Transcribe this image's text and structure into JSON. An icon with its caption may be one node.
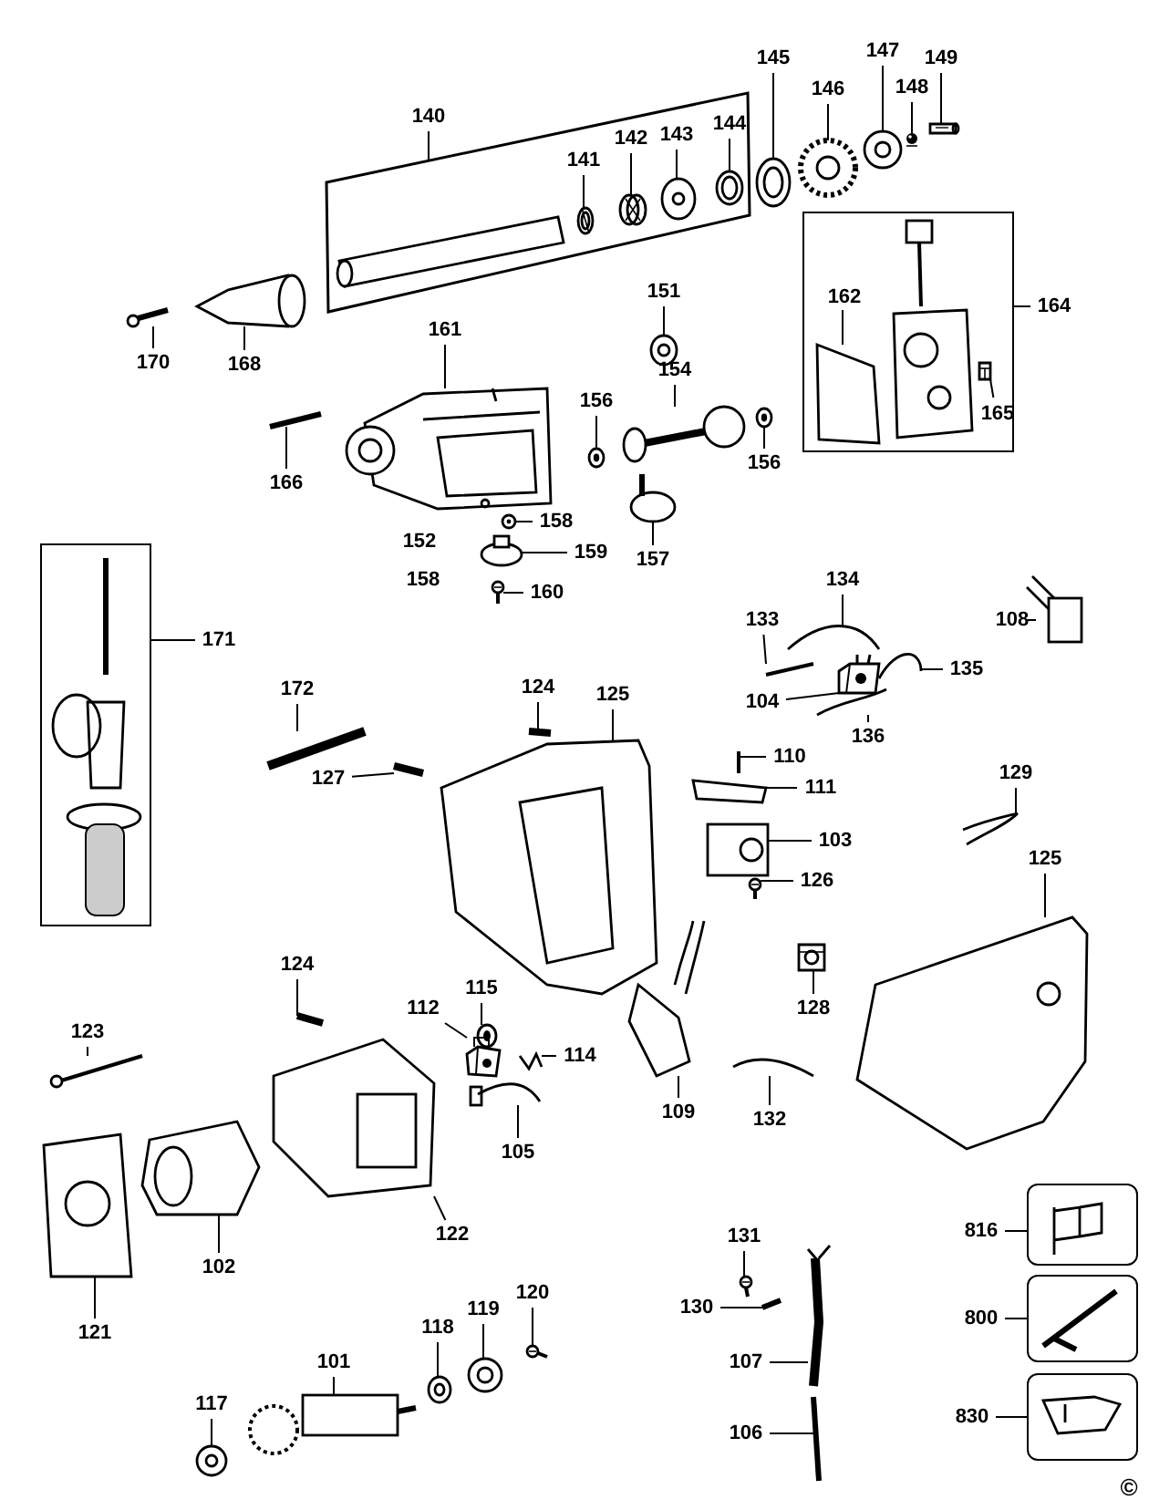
{
  "diagram": {
    "nodes": [
      {
        "text": [
          "140"
        ]
      },
      {
        "text": [],
        "shape": "box"
      },
      {
        "text": [
          "141"
        ],
        "in": 1
      },
      {
        "text": [
          "142"
        ],
        "in": 1
      },
      {
        "text": [
          "143"
        ],
        "in": 1
      },
      {
        "text": [
          "144"
        ],
        "in": 1
      },
      {
        "text": [
          "145"
        ]
      },
      {
        "text": [
          "146"
        ]
      },
      {
        "text": [
          "147"
        ]
      },
      {
        "text": [
          "148"
        ]
      },
      {
        "text": [
          "149"
        ]
      },
      {
        "text": [],
        "shape": "box"
      },
      {
        "text": [
          "162"
        ],
        "in": 11
      },
      {
        "text": [
          "164"
        ]
      },
      {
        "text": [
          "165"
        ],
        "in": 11
      },
      {
        "text": [
          "151"
        ]
      },
      {
        "text": [
          "170"
        ]
      },
      {
        "text": [
          "168"
        ]
      },
      {
        "text": [
          "161"
        ]
      },
      {
        "text": [
          "166"
        ]
      },
      {
        "text": [
          "156"
        ]
      },
      {
        "text": [
          "154"
        ]
      },
      {
        "text": [
          "156"
        ]
      },
      {
        "text": [
          "158"
        ]
      },
      {
        "text": [
          "159"
        ]
      },
      {
        "text": [
          "157"
        ]
      },
      {
        "text": [
          "160"
        ]
      },
      {
        "text": [],
        "shape": "box"
      },
      {
        "text": [
          "171"
        ]
      },
      {
        "text": [
          "108"
        ]
      },
      {
        "text": [
          "133"
        ]
      },
      {
        "text": [
          "134"
        ]
      },
      {
        "text": [
          "135"
        ]
      },
      {
        "text": [
          "104"
        ]
      },
      {
        "text": [
          "136"
        ]
      },
      {
        "text": [
          "172"
        ]
      },
      {
        "text": [
          "124"
        ]
      },
      {
        "text": [
          "125"
        ]
      },
      {
        "text": [
          "127"
        ]
      },
      {
        "text": [
          "110"
        ]
      },
      {
        "text": [
          "111"
        ]
      },
      {
        "text": [
          "103"
        ]
      },
      {
        "text": [
          "126"
        ]
      },
      {
        "text": [
          "129"
        ]
      },
      {
        "text": [
          "125"
        ]
      },
      {
        "text": [
          "124"
        ]
      },
      {
        "text": [
          "115"
        ]
      },
      {
        "text": [
          "112"
        ]
      },
      {
        "text": [
          "128"
        ]
      },
      {
        "text": [
          "123"
        ]
      },
      {
        "text": [
          "114"
        ]
      },
      {
        "text": [
          "109"
        ]
      },
      {
        "text": [
          "132"
        ]
      },
      {
        "text": [
          "105"
        ]
      },
      {
        "text": [
          "122"
        ]
      },
      {
        "text": [
          "102"
        ]
      },
      {
        "text": [
          "121"
        ]
      },
      {
        "text": [],
        "shape": "box"
      },
      {
        "text": [
          "816"
        ]
      },
      {
        "text": [
          "131"
        ]
      },
      {
        "text": [
          "130"
        ]
      },
      {
        "text": [],
        "shape": "box"
      },
      {
        "text": [
          "800"
        ]
      },
      {
        "text": [
          "120"
        ]
      },
      {
        "text": [
          "118"
        ]
      },
      {
        "text": [
          "119"
        ]
      },
      {
        "text": [
          "101"
        ]
      },
      {
        "text": [
          "107"
        ]
      },
      {
        "text": [],
        "shape": "box"
      },
      {
        "text": [
          "830"
        ]
      },
      {
        "text": [
          "117"
        ]
      },
      {
        "text": [
          "106"
        ]
      },
      {
        "text": [],
        "shape": "picture",
        "in": 1
      },
      {
        "text": [],
        "shape": "picture",
        "in": 1
      },
      {
        "text": [],
        "shape": "picture",
        "in": 1
      },
      {
        "text": [],
        "shape": "picture",
        "in": 1
      },
      {
        "text": [],
        "shape": "picture"
      },
      {
        "text": [],
        "shape": "picture"
      },
      {
        "text": [],
        "shape": "picture"
      },
      {
        "text": [],
        "shape": "picture"
      },
      {
        "text": [],
        "shape": "picture"
      },
      {
        "text": [],
        "shape": "picture",
        "in": 11
      },
      {
        "text": [],
        "shape": "picture",
        "in": 11
      },
      {
        "text": [],
        "shape": "picture"
      },
      {
        "text": [],
        "shape": "picture"
      },
      {
        "text": [],
        "shape": "picture"
      },
      {
        "text": [],
        "shape": "picture"
      },
      {
        "text": [],
        "shape": "picture"
      },
      {
        "text": [],
        "shape": "picture"
      },
      {
        "text": [],
        "shape": "picture"
      },
      {
        "text": [],
        "shape": "picture"
      },
      {
        "text": [],
        "shape": "picture"
      },
      {
        "text": [],
        "shape": "picture"
      },
      {
        "text": [],
        "shape": "picture"
      },
      {
        "text": [],
        "shape": "picture"
      },
      {
        "text": [],
        "shape": "picture"
      },
      {
        "text": [],
        "shape": "picture"
      },
      {
        "text": [],
        "shape": "picture"
      },
      {
        "text": [],
        "shape": "picture"
      },
      {
        "text": [],
        "shape": "picture"
      },
      {
        "text": [],
        "shape": "picture"
      },
      {
        "text": [],
        "shape": "picture"
      },
      {
        "text": [],
        "shape": "picture"
      },
      {
        "text": [],
        "shape": "picture"
      },
      {
        "text": [],
        "shape": "picture"
      },
      {
        "text": [],
        "shape": "picture"
      },
      {
        "text": [],
        "shape": "picture"
      },
      {
        "text": [],
        "shape": "picture"
      },
      {
        "text": [],
        "shape": "picture"
      },
      {
        "text": [],
        "shape": "picture"
      },
      {
        "text": [],
        "shape": "picture"
      },
      {
        "text": [],
        "shape": "picture"
      },
      {
        "text": [],
        "shape": "picture"
      },
      {
        "text": [],
        "shape": "picture"
      },
      {
        "text": [],
        "shape": "picture"
      },
      {
        "text": [],
        "shape": "picture"
      },
      {
        "text": [],
        "shape": "picture"
      },
      {
        "text": [],
        "shape": "picture"
      },
      {
        "text": [],
        "shape": "picture"
      },
      {
        "text": [],
        "shape": "picture"
      },
      {
        "text": [],
        "shape": "picture"
      },
      {
        "text": [],
        "shape": "picture"
      },
      {
        "text": [],
        "shape": "picture"
      },
      {
        "text": [],
        "shape": "picture"
      },
      {
        "text": [],
        "shape": "picture"
      },
      {
        "text": [],
        "shape": "picture"
      },
      {
        "text": [],
        "shape": "picture"
      },
      {
        "text": [],
        "shape": "picture"
      },
      {
        "text": [],
        "shape": "picture"
      },
      {
        "text": [],
        "shape": "picture"
      },
      {
        "text": [],
        "shape": "picture"
      },
      {
        "text": [],
        "shape": "picture"
      }
    ],
    "edges": [
      {
        "from": 0,
        "to": 1,
        "arrow": "none"
      },
      {
        "from": 2,
        "to": 72,
        "arrow": "none"
      },
      {
        "from": 3,
        "to": 73,
        "arrow": "none"
      },
      {
        "from": 4,
        "to": 74,
        "arrow": "none"
      },
      {
        "from": 5,
        "to": 75,
        "arrow": "none"
      },
      {
        "from": 6,
        "to": 76,
        "arrow": "none"
      },
      {
        "from": 7,
        "to": 77,
        "arrow": "none"
      },
      {
        "from": 8,
        "to": 78,
        "arrow": "none"
      },
      {
        "from": 9,
        "to": 79,
        "arrow": "none"
      },
      {
        "from": 10,
        "to": 80,
        "arrow": "none"
      },
      {
        "from": 13,
        "to": 11,
        "arrow": "none"
      },
      {
        "from": 12,
        "to": 81,
        "arrow": "none"
      },
      {
        "from": 14,
        "to": 82,
        "arrow": "none"
      },
      {
        "from": 15,
        "to": 83,
        "arrow": "none"
      },
      {
        "from": 16,
        "to": 84,
        "arrow": "none"
      },
      {
        "from": 17,
        "to": 85,
        "arrow": "none"
      },
      {
        "from": 18,
        "to": 86,
        "arrow": "none"
      },
      {
        "from": 19,
        "to": 87,
        "arrow": "none"
      },
      {
        "from": 20,
        "to": 88,
        "arrow": "none"
      },
      {
        "from": 21,
        "to": 89,
        "arrow": "none"
      },
      {
        "from": 22,
        "to": 90,
        "arrow": "none"
      },
      {
        "from": 23,
        "to": 91,
        "arrow": "none"
      },
      {
        "from": 24,
        "to": 92,
        "arrow": "none"
      },
      {
        "from": 25,
        "to": 93,
        "arrow": "none"
      },
      {
        "from": 26,
        "to": 94,
        "arrow": "none"
      },
      {
        "from": 28,
        "to": 27,
        "arrow": "none"
      },
      {
        "from": 29,
        "to": 95,
        "arrow": "none"
      },
      {
        "from": 30,
        "to": 96,
        "arrow": "none"
      },
      {
        "from": 31,
        "to": 97,
        "arrow": "none"
      },
      {
        "from": 32,
        "to": 98,
        "arrow": "none"
      },
      {
        "from": 33,
        "to": 99,
        "arrow": "none"
      },
      {
        "from": 34,
        "to": 100,
        "arrow": "none"
      },
      {
        "from": 35,
        "to": 101,
        "arrow": "none"
      },
      {
        "from": 36,
        "to": 102,
        "arrow": "none"
      },
      {
        "from": 37,
        "to": 103,
        "arrow": "none"
      },
      {
        "from": 38,
        "to": 104,
        "arrow": "none"
      },
      {
        "from": 39,
        "to": 105,
        "arrow": "none"
      },
      {
        "from": 40,
        "to": 106,
        "arrow": "none"
      },
      {
        "from": 41,
        "to": 107,
        "arrow": "none"
      },
      {
        "from": 42,
        "to": 108,
        "arrow": "none"
      },
      {
        "from": 43,
        "to": 109,
        "arrow": "none"
      },
      {
        "from": 44,
        "to": 110,
        "arrow": "none"
      },
      {
        "from": 45,
        "to": 111,
        "arrow": "none"
      },
      {
        "from": 46,
        "to": 112,
        "arrow": "none"
      },
      {
        "from": 47,
        "to": 113,
        "arrow": "none"
      },
      {
        "from": 48,
        "to": 114,
        "arrow": "none"
      },
      {
        "from": 49,
        "to": 115,
        "arrow": "none"
      },
      {
        "from": 50,
        "to": 116,
        "arrow": "none"
      },
      {
        "from": 51,
        "to": 117,
        "arrow": "none"
      },
      {
        "from": 52,
        "to": 118,
        "arrow": "none"
      },
      {
        "from": 53,
        "to": 119,
        "arrow": "none"
      },
      {
        "from": 54,
        "to": 120,
        "arrow": "none"
      },
      {
        "from": 55,
        "to": 121,
        "arrow": "none"
      },
      {
        "from": 56,
        "to": 122,
        "arrow": "none"
      },
      {
        "from": 58,
        "to": 57,
        "arrow": "none"
      },
      {
        "from": 59,
        "to": 123,
        "arrow": "none"
      },
      {
        "from": 60,
        "to": 124,
        "arrow": "none"
      },
      {
        "from": 62,
        "to": 61,
        "arrow": "none"
      },
      {
        "from": 63,
        "to": 125,
        "arrow": "none"
      },
      {
        "from": 64,
        "to": 126,
        "arrow": "none"
      },
      {
        "from": 65,
        "to": 127,
        "arrow": "none"
      },
      {
        "from": 66,
        "to": 128,
        "arrow": "none"
      },
      {
        "from": 67,
        "to": 129,
        "arrow": "none"
      },
      {
        "from": 69,
        "to": 68,
        "arrow": "none"
      },
      {
        "from": 70,
        "to": 130,
        "arrow": "none"
      },
      {
        "from": 71,
        "to": 131,
        "arrow": "none"
      }
    ],
    "labels": [
      "152",
      "158",
      "©"
    ]
  }
}
